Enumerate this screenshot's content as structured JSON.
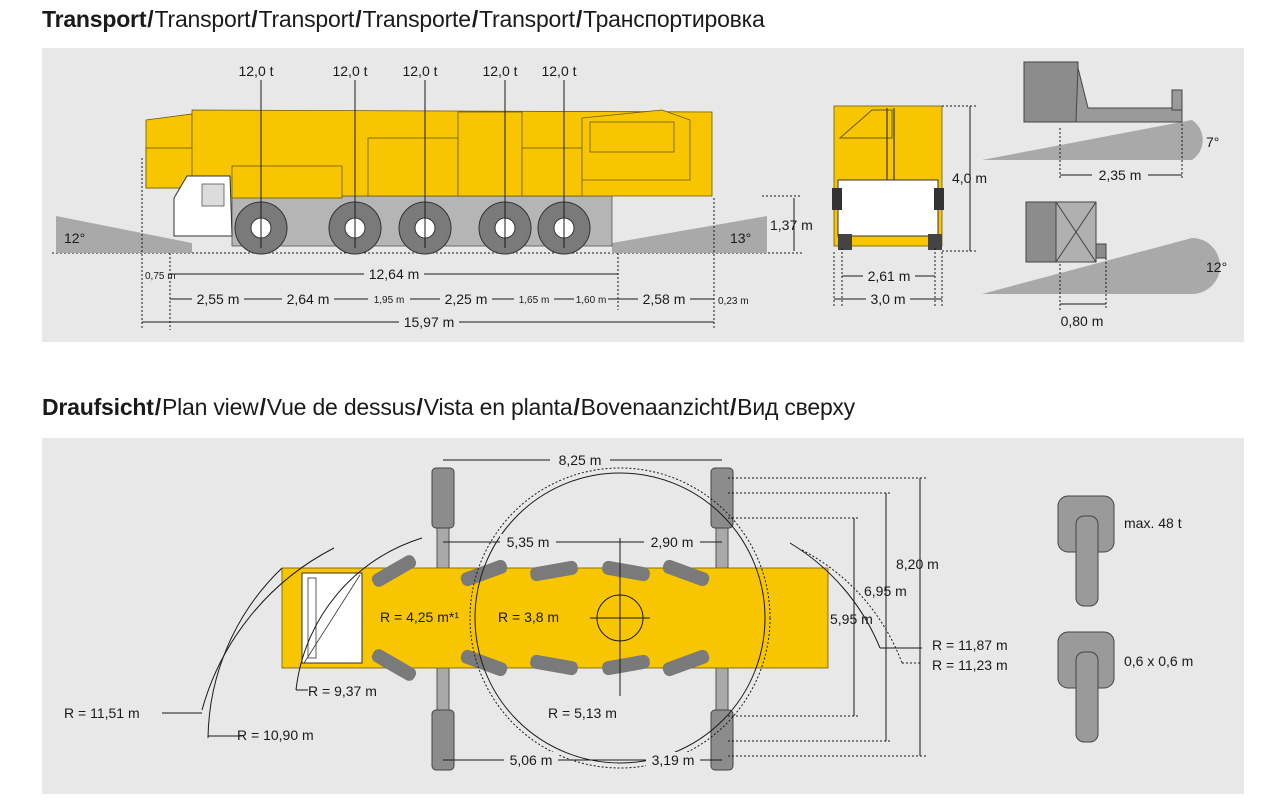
{
  "transport_heading": {
    "bold": "Transport",
    "rest": [
      "Transport",
      "Transport",
      "Transporte",
      "Transport",
      "Транспортировка"
    ]
  },
  "plan_heading": {
    "bold": "Draufsicht",
    "rest": [
      "Plan view",
      "Vue de dessus",
      "Vista en planta",
      "Bovenaanzicht",
      "Вид сверху"
    ]
  },
  "transport": {
    "axle_loads": [
      "12,0 t",
      "12,0 t",
      "12,0 t",
      "12,0 t",
      "12,0 t"
    ],
    "angle_front": "12°",
    "angle_rear": "13°",
    "ground_clearance": "1,37 m",
    "front_overhang": "0,75 m",
    "wheelbase_total": "12,64 m",
    "axle_spacings": [
      "2,55 m",
      "2,64 m",
      "1,95 m",
      "2,25 m",
      "1,65 m",
      "1,60 m",
      "2,58 m"
    ],
    "rear_overhang": "0,23 m",
    "overall_length": "15,97 m",
    "rear_height": "4,0 m",
    "track_width": "2,61 m",
    "overall_width": "3,0 m",
    "detail_top_length": "2,35 m",
    "detail_top_angle": "7°",
    "detail_bottom_length": "0,80 m",
    "detail_bottom_angle": "12°"
  },
  "plan": {
    "outrigger_span_length": "8,25 m",
    "front_to_center": "5,35 m",
    "center_to_rear_outrigger": "2,90 m",
    "radius_cab": "R = 4,25 m*¹",
    "radius_inner": "R = 3,8 m",
    "width_inner": "5,95 m",
    "width_mid": "6,95 m",
    "width_outer": "8,20 m",
    "radius_right_1": "R = 11,87 m",
    "radius_right_2": "R = 11,23 m",
    "radius_left_small": "R = 9,37 m",
    "radius_left_1": "R = 11,51 m",
    "radius_left_2": "R = 10,90 m",
    "radius_bottom": "R = 5,13 m",
    "bottom_left_dim": "5,06 m",
    "bottom_right_dim": "3,19 m",
    "pad_label_1": "max. 48 t",
    "pad_label_2": "0,6 x 0,6 m"
  }
}
